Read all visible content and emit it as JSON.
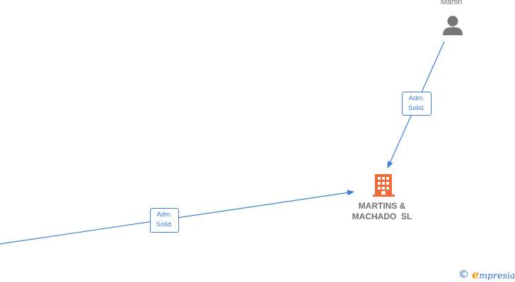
{
  "nodes": {
    "person": {
      "name": "Martin",
      "icon": "person-icon"
    },
    "company": {
      "name_line1": "MARTINS &",
      "name_line2": "MACHADO  SL",
      "icon": "building-icon"
    }
  },
  "edges": [
    {
      "role_line1": "Adm.",
      "role_line2": "Solid."
    },
    {
      "role_line1": "Adm.",
      "role_line2": "Solid."
    }
  ],
  "watermark": {
    "copyright": "©",
    "brand_initial": "e",
    "brand_rest": "mpresia"
  },
  "colors": {
    "edge": "#3a7fd5",
    "company_icon": "#f26a3a",
    "person_icon": "#777777",
    "brand": "#2a6fc9",
    "brand_accent": "#f39200"
  }
}
